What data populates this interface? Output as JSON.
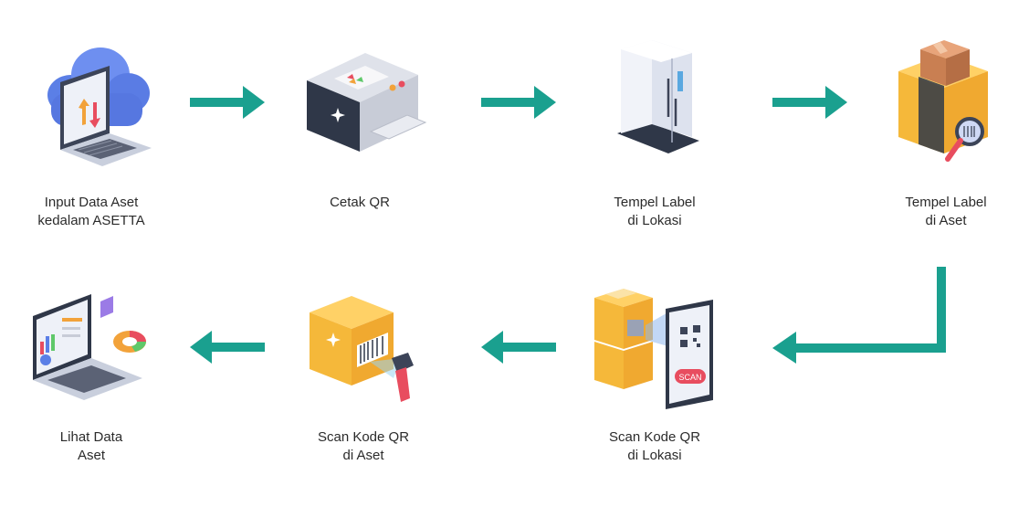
{
  "colors": {
    "arrow": "#1aa08f"
  },
  "steps": [
    {
      "icon": "laptop-cloud-upload-icon",
      "line1": "Input Data Aset",
      "line2": "kedalam ASETTA"
    },
    {
      "icon": "printer-icon",
      "line1": "Cetak QR",
      "line2": ""
    },
    {
      "icon": "refrigerator-icon",
      "line1": "Tempel Label",
      "line2": "di Lokasi"
    },
    {
      "icon": "package-magnifier-icon",
      "line1": "Tempel Label",
      "line2": "di Aset"
    },
    {
      "icon": "phone-scan-boxes-icon",
      "line1": "Scan Kode QR",
      "line2": "di Lokasi"
    },
    {
      "icon": "barcode-scanner-box-icon",
      "line1": "Scan Kode QR",
      "line2": "di Aset"
    },
    {
      "icon": "laptop-dashboard-icon",
      "line1": "Lihat Data",
      "line2": "Aset"
    }
  ],
  "phone": {
    "scan_label": "SCAN"
  }
}
